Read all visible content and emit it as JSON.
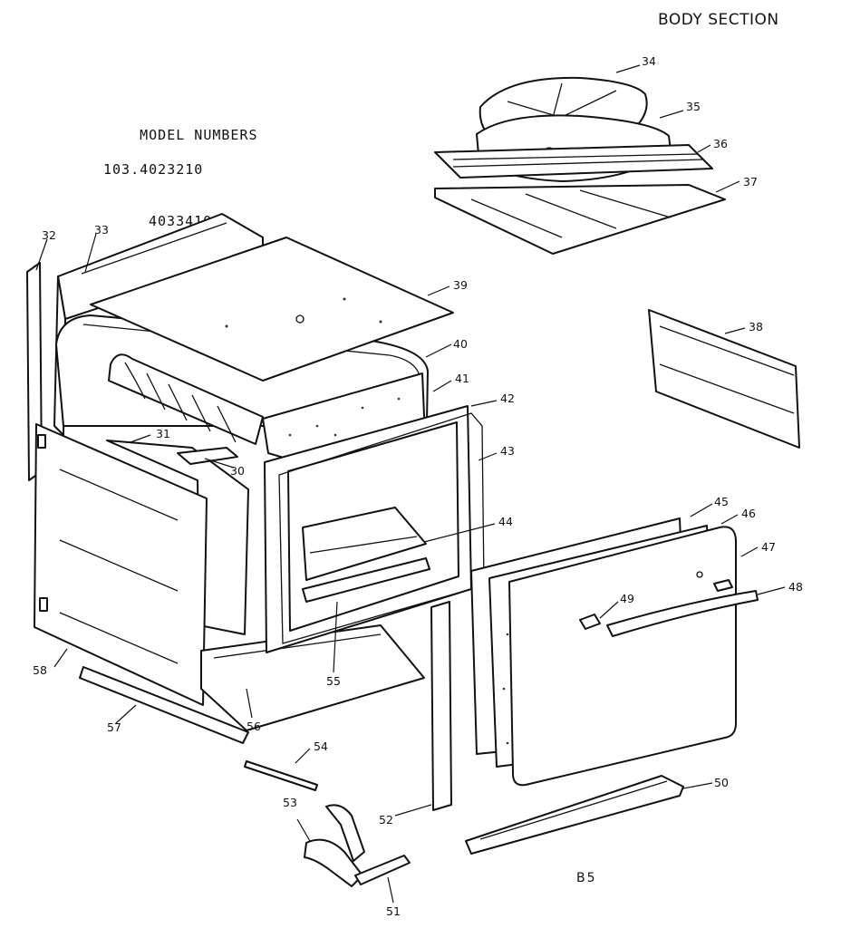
{
  "header": {
    "section_title": "BODY SECTION",
    "model_label": "MODEL NUMBERS",
    "model_numbers": [
      "103.4023210",
      "4033410"
    ],
    "page_code": "B5"
  },
  "parts": [
    {
      "id": "30"
    },
    {
      "id": "31"
    },
    {
      "id": "32"
    },
    {
      "id": "33"
    },
    {
      "id": "34"
    },
    {
      "id": "35"
    },
    {
      "id": "36"
    },
    {
      "id": "37"
    },
    {
      "id": "38"
    },
    {
      "id": "39"
    },
    {
      "id": "40"
    },
    {
      "id": "41"
    },
    {
      "id": "42"
    },
    {
      "id": "43"
    },
    {
      "id": "44"
    },
    {
      "id": "45"
    },
    {
      "id": "46"
    },
    {
      "id": "47"
    },
    {
      "id": "48"
    },
    {
      "id": "49"
    },
    {
      "id": "50"
    },
    {
      "id": "51"
    },
    {
      "id": "52"
    },
    {
      "id": "53"
    },
    {
      "id": "54"
    },
    {
      "id": "55"
    },
    {
      "id": "56"
    },
    {
      "id": "57"
    },
    {
      "id": "58"
    }
  ]
}
